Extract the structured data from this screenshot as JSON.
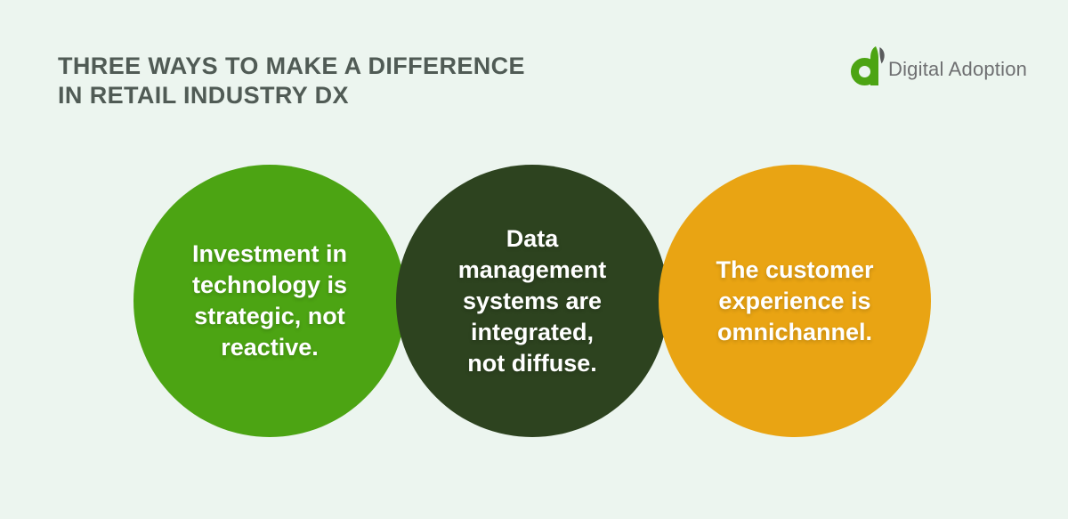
{
  "page": {
    "background_color": "#ECF5EF"
  },
  "header": {
    "title_line1": "THREE WAYS TO MAKE A DIFFERENCE",
    "title_line2": "IN RETAIL INDUSTRY DX",
    "title_color": "#505B55"
  },
  "logo": {
    "brand_name": "Digital Adoption",
    "icon": "digital-adoption-a-leaf-icon",
    "icon_green": "#4CA413",
    "leaf_gray": "#595A5C",
    "text_color": "#6E6F71"
  },
  "circles": [
    {
      "name": "investment",
      "text": "Investment in\ntechnology is\nstrategic, not\nreactive.",
      "color": "#4CA413",
      "text_color": "#FFFFFF"
    },
    {
      "name": "data-management",
      "text": "Data\nmanagement\nsystems are\nintegrated,\nnot diffuse.",
      "color": "#2D431F",
      "text_color": "#FFFFFF"
    },
    {
      "name": "customer-experience",
      "text": "The customer\nexperience is\nomnichannel.",
      "color": "#E9A413",
      "text_color": "#FFFFFF"
    }
  ]
}
